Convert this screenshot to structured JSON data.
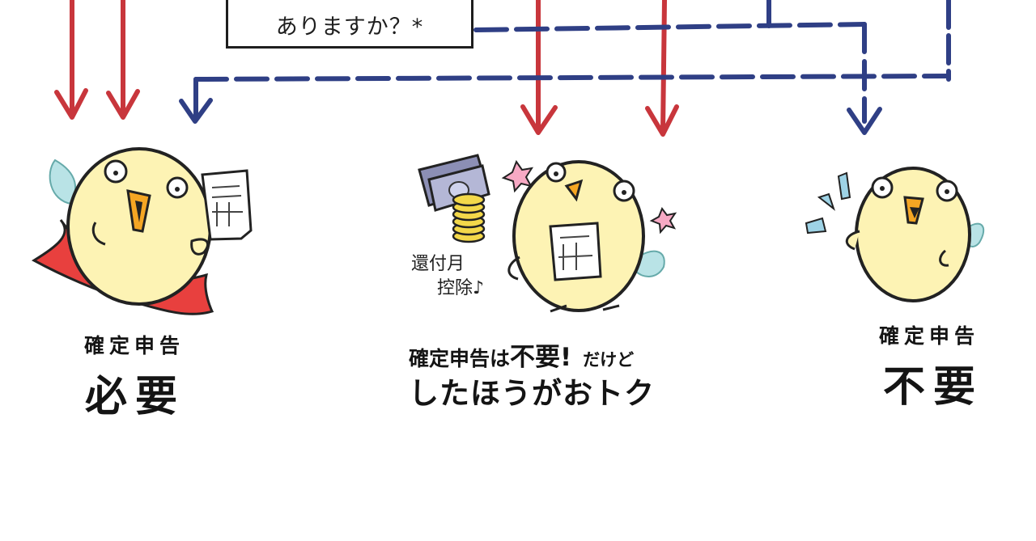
{
  "question": {
    "text": "ありますか？*"
  },
  "results": [
    {
      "label_small": "確定申告",
      "label_big": "必要"
    },
    {
      "line1_part1": "確定申告は",
      "line1_part2": "不要!",
      "line1_part3": "だけど",
      "line2": "したほうがおトク"
    },
    {
      "label_small": "確定申告",
      "label_big": "不要"
    }
  ],
  "annotation": {
    "line1": "還付月",
    "line2": "控除♪"
  },
  "colors": {
    "yes_arrow": "#c8363c",
    "no_arrow": "#2f3f85",
    "bird_body": "#fdf3b4",
    "bird_beak": "#f5a623",
    "wing": "#b9e3e6",
    "cape": "#e8403e",
    "flower": "#f7a9c4"
  }
}
